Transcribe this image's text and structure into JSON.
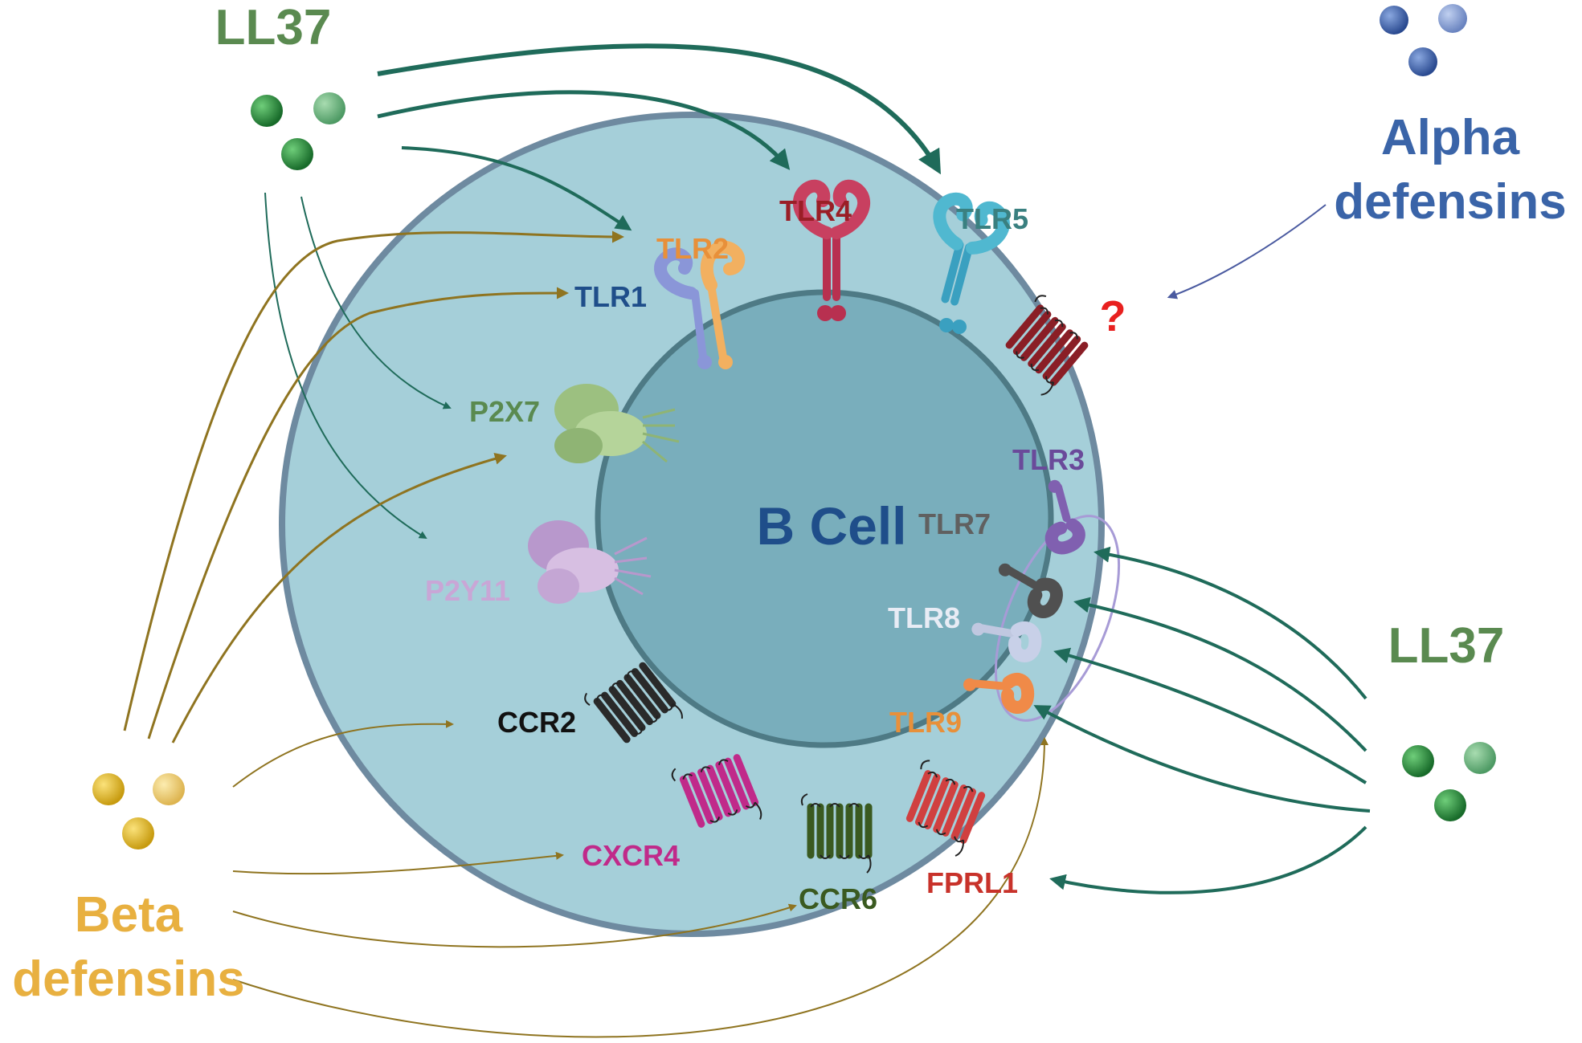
{
  "labels": {
    "ll37_top": "LL37",
    "ll37_right": "LL37",
    "alpha_line1": "Alpha",
    "alpha_line2": "defensins",
    "beta_line1": "Beta",
    "beta_line2": "defensins",
    "question": "?",
    "cell": "B Cell",
    "tlr1": "TLR1",
    "tlr2": "TLR2",
    "tlr3": "TLR3",
    "tlr4": "TLR4",
    "tlr5": "TLR5",
    "tlr7": "TLR7",
    "tlr8": "TLR8",
    "tlr9": "TLR9",
    "p2x7": "P2X7",
    "p2y11": "P2Y11",
    "ccr2": "CCR2",
    "ccr6": "CCR6",
    "cxcr4": "CXCR4",
    "fprl1": "FPRL1"
  },
  "colors": {
    "ll37": "#5a8a50",
    "ll37_arrow": "#1f6b5a",
    "beta": "#e8b040",
    "beta_arrow": "#8f7420",
    "alpha": "#3a64a8",
    "alpha_arrow": "#4a5aa0",
    "cell_fill": "#a5cfd9",
    "cell_stroke": "#6e8aa0",
    "nucleus_fill": "#79aebc",
    "nucleus_stroke": "#4e7a85",
    "cell_text": "#1f4e8a",
    "question": "#e8201f",
    "tlr1": "#1f4e8a",
    "tlr2": "#e8903a",
    "tlr3": "#6a4a9a",
    "tlr4": "#9a1e26",
    "tlr5": "#3a8080",
    "tlr7": "#606060",
    "tlr8": "#e8ecf5",
    "tlr9": "#e8903a",
    "p2x7": "#5a8a50",
    "p2y11": "#c9a6d6",
    "ccr2": "#111111",
    "ccr6": "#3a5a20",
    "cxcr4": "#c02a8a",
    "fprl1": "#c8322a"
  },
  "icons": [
    "ll37-peptide-icon",
    "alpha-defensin-peptide-icon",
    "beta-defensin-peptide-icon",
    "tlr-receptor-icon",
    "purinergic-receptor-icon",
    "gpcr-receptor-icon"
  ]
}
